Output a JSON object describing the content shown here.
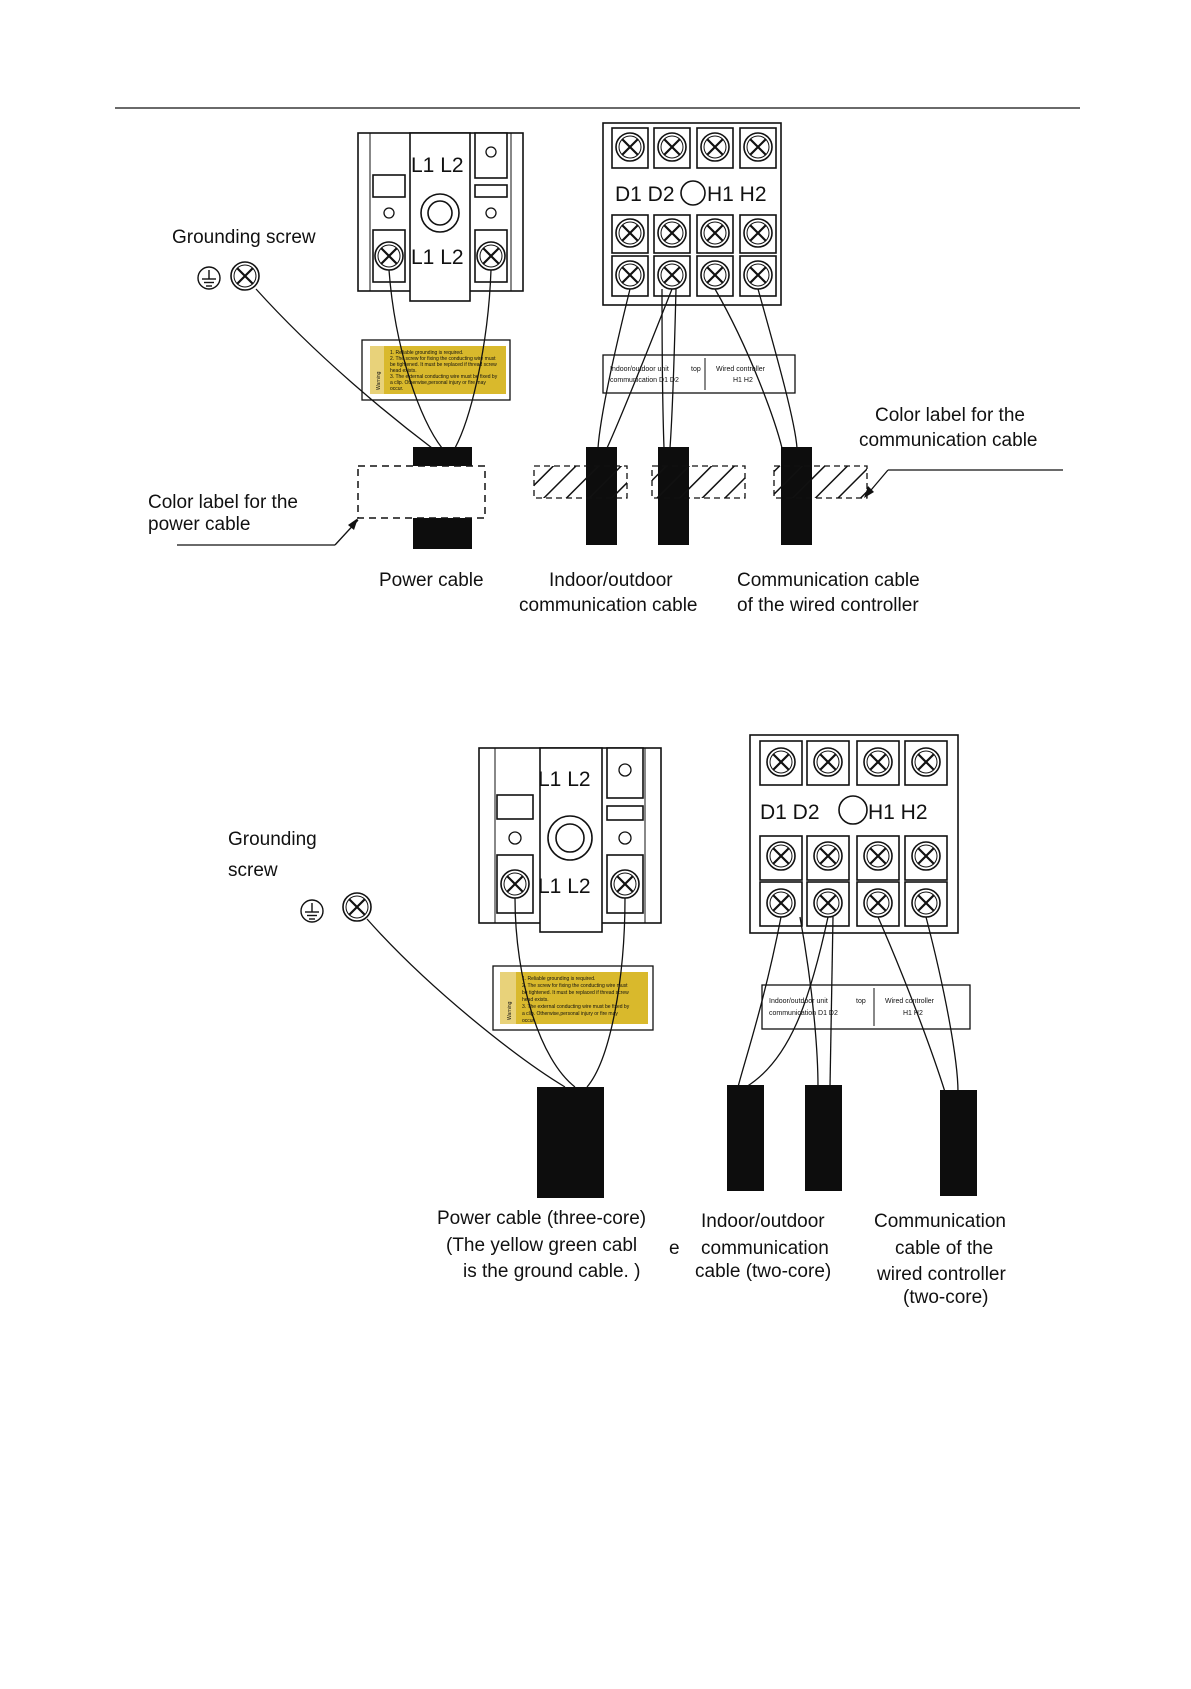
{
  "top_diagram": {
    "grounding_screw": "Grounding screw",
    "power_terminal_top": "L1 L2",
    "power_terminal_bottom": "L1 L2",
    "comm_terminal": "D1 D2",
    "comm_terminal_h": "H1 H2",
    "warning_side": "Warning",
    "warning_lines": [
      "1. Reliable grounding is required.",
      "2. The screw for fixing the conducting wire must",
      "be tightened. It must be replaced if thread screw",
      "head exists.",
      "3. The external conducting wire must be fixed by",
      "a clip. Otherwise,personal injury or fire may",
      "occur."
    ],
    "comm_label_indoor_1": "Indoor/outdoor unit",
    "comm_label_indoor_2": "communication D1 D2",
    "comm_label_top": "top",
    "comm_label_wired_1": "Wired controller",
    "comm_label_wired_2": "H1 H2",
    "color_label_comm_1": "Color label for the",
    "color_label_comm_2": "communication cable",
    "color_label_power_1": "Color label for the",
    "color_label_power_2": "power cable",
    "power_cable": "Power cable",
    "indoor_outdoor_1": "Indoor/outdoor",
    "indoor_outdoor_2": "communication cable",
    "wired_comm_1": "Communication cable",
    "wired_comm_2": "of the wired controller"
  },
  "bottom_diagram": {
    "grounding_1": "Grounding",
    "grounding_2": "screw",
    "power_terminal_top": "L1 L2",
    "power_terminal_bottom": "L1 L2",
    "comm_terminal": "D1 D2",
    "comm_terminal_h": "H1 H2",
    "warning_side": "Warning",
    "warning_lines": [
      "1. Reliable grounding is required.",
      "2. The screw for fixing the conducting wire must",
      "be tightened. It must be replaced if thread screw",
      "head exists.",
      "3. The external conducting wire must be fixed by",
      "a clip. Otherwise,personal injury or fire may",
      "occur."
    ],
    "comm_label_indoor_1": "Indoor/outdoor unit",
    "comm_label_indoor_2": "communication D1 D2",
    "comm_label_top": "top",
    "comm_label_wired_1": "Wired controller",
    "comm_label_wired_2": "H1 H2",
    "power_cable_1": "Power cable (three-core)",
    "power_cable_2": "(The yellow green cabl",
    "power_cable_2b": "e",
    "power_cable_3": "is the ground cable. )",
    "indoor_1": "Indoor/outdoor",
    "indoor_2": "communication",
    "indoor_3": "cable (two-core)",
    "wired_1": "Communication",
    "wired_2": "cable of the",
    "wired_3": "wired controller",
    "wired_4": "(two-core)"
  },
  "colors": {
    "warning_yellow": "#d9b92c",
    "ink": "#111111",
    "background": "#ffffff"
  }
}
